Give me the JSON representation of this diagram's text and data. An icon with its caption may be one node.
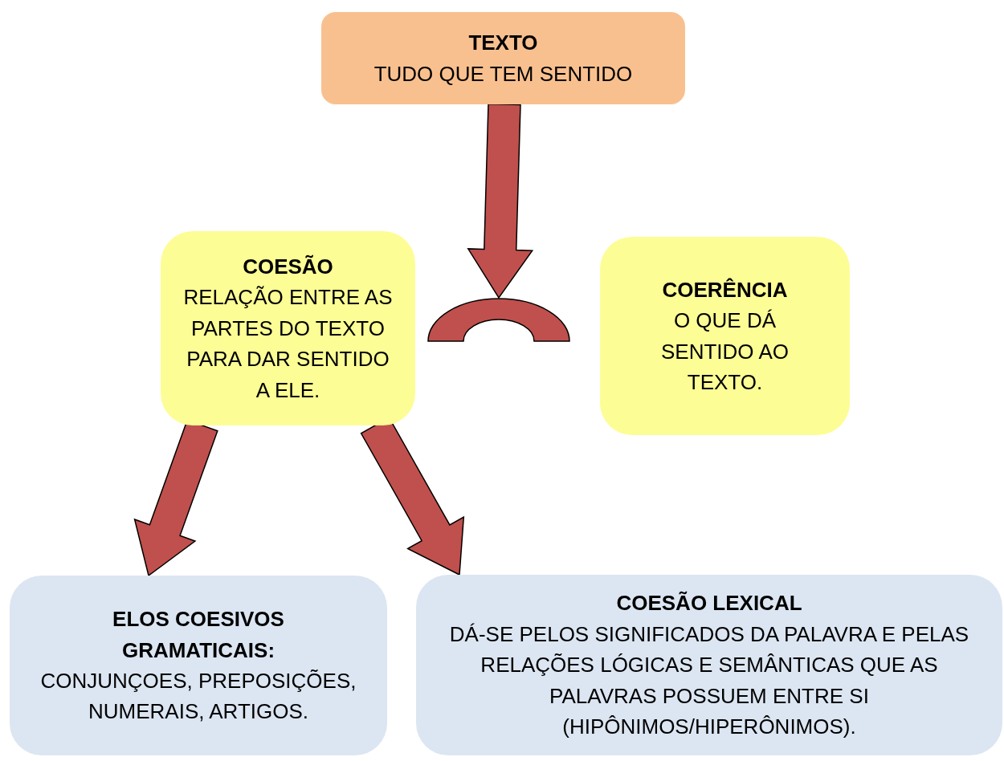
{
  "diagram": {
    "nodes": [
      {
        "text": [
          "TEXTO",
          "TUDO QUE TEM SENTIDO"
        ]
      },
      {
        "text": [
          "COESÃO",
          "RELAÇÃO ENTRE AS PARTES DO TEXTO PARA DAR SENTIDO A ELE."
        ]
      },
      {
        "text": [],
        "shape": "arch"
      },
      {
        "text": [
          "COERÊNCIA",
          "O QUE DÁ SENTIDO AO TEXTO."
        ]
      },
      {
        "text": [
          "ELOS COESIVOS GRAMATICAIS:",
          "CONJUNÇOES, PREPOSIÇÕES, NUMERAIS, ARTIGOS."
        ]
      },
      {
        "text": [
          "COESÃO LEXICAL",
          "DÁ-SE PELOS SIGNIFICADOS DA PALAVRA E PELAS RELAÇÕES LÓGICAS E SEMÂNTICAS QUE AS PALAVRAS POSSUEM ENTRE SI (HIPÔNIMOS/HIPERÔNIMOS)."
        ]
      }
    ],
    "edges": [
      {
        "from": 0,
        "to": 2,
        "arrow": "to"
      },
      {
        "from": 1,
        "to": 4,
        "arrow": "to"
      },
      {
        "from": 1,
        "to": 5,
        "arrow": "to"
      }
    ]
  }
}
